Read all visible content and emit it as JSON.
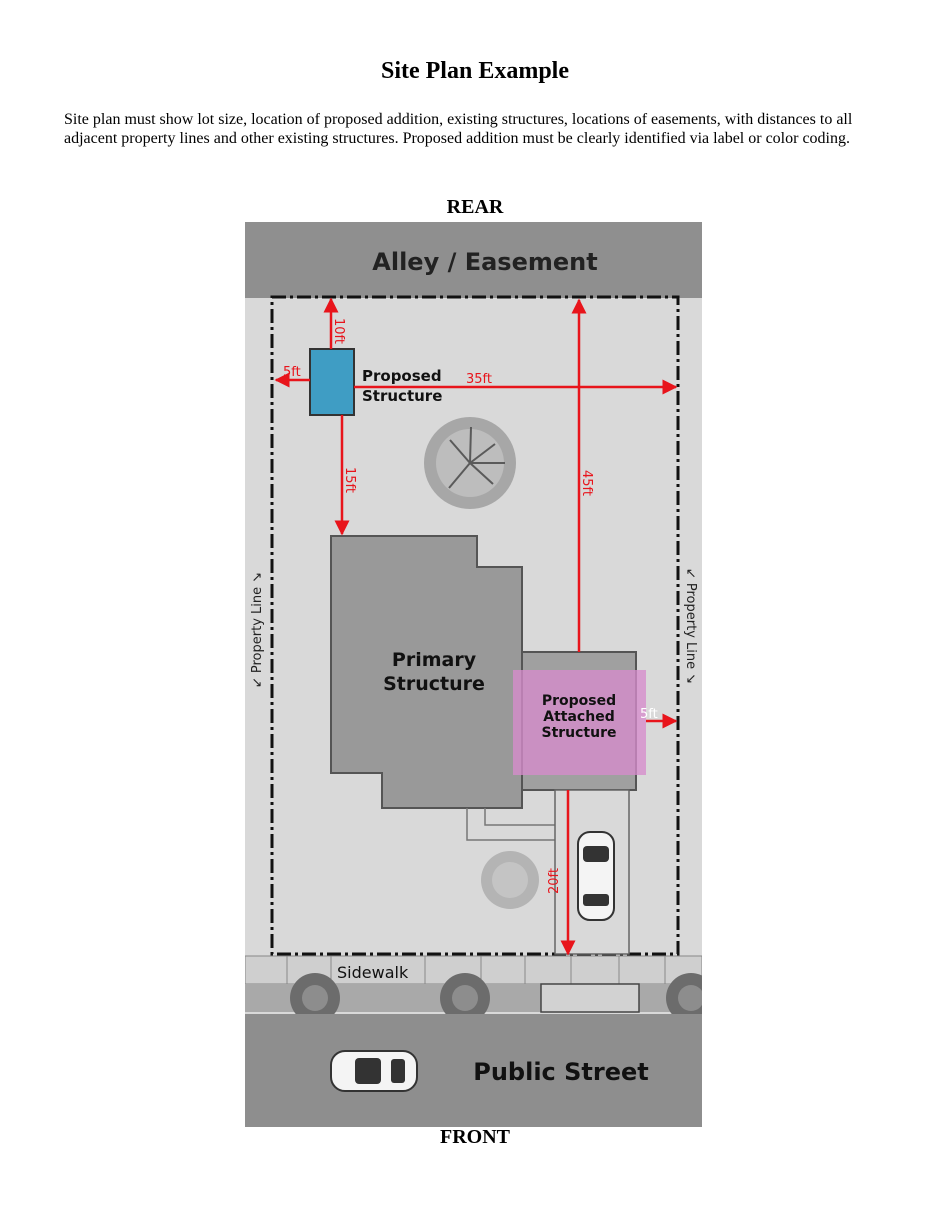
{
  "page": {
    "title": "Site Plan Example",
    "intro": "Site plan must show lot size, location of proposed addition, existing structures, locations of easements, with distances to all adjacent property lines and other existing structures.  Proposed addition must be clearly identified via label or color coding.",
    "rear_label": "REAR",
    "front_label": "FRONT"
  },
  "plan": {
    "alley_label": "Alley / Easement",
    "street_label": "Public Street",
    "sidewalk_label": "Sidewalk",
    "property_line_left": "↙ Property Line ↘",
    "property_line_right": "↙ Property Line ↘",
    "proposed_structure_line1": "Proposed",
    "proposed_structure_line2": "Structure",
    "primary_line1": "Primary",
    "primary_line2": "Structure",
    "attached_line1": "Proposed",
    "attached_line2": "Attached",
    "attached_line3": "Structure",
    "dimensions": {
      "d_10ft": "10ft",
      "d_5ft_left": "5ft",
      "d_35ft": "35ft",
      "d_15ft": "15ft",
      "d_45ft": "45ft",
      "d_5ft_right": "5ft",
      "d_20ft": "20ft"
    },
    "colors": {
      "alley": "#8f8f8f",
      "lot": "#d9d9d9",
      "structure": "#999999",
      "proposed_structure": "#3f9dc4",
      "attached_overlay": "#d68ccc",
      "dimension_arrow": "#e8141b",
      "street": "#8e8e8e",
      "tree": "#7a7a7a"
    }
  }
}
